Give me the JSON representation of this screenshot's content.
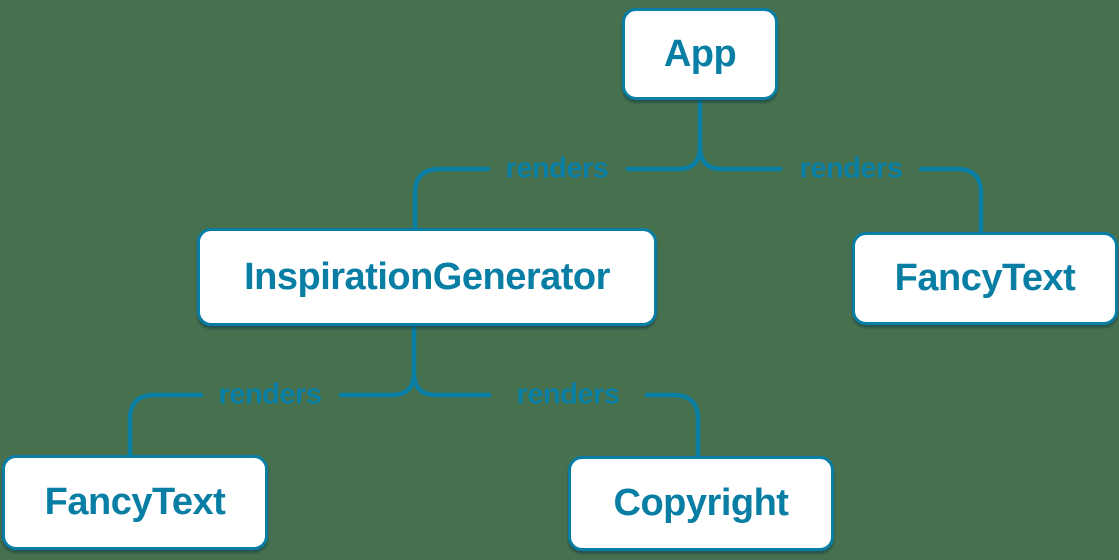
{
  "diagram": {
    "type": "tree",
    "colors": {
      "background": "#47714e",
      "accent": "#087ea4",
      "node_fill": "#ffffff"
    },
    "nodes": [
      {
        "id": "app",
        "label": "App"
      },
      {
        "id": "inspiration-generator",
        "label": "InspirationGenerator"
      },
      {
        "id": "fancy-text-top",
        "label": "FancyText"
      },
      {
        "id": "fancy-text-bottom",
        "label": "FancyText"
      },
      {
        "id": "copyright",
        "label": "Copyright"
      }
    ],
    "edges": [
      {
        "from": "App",
        "to": "InspirationGenerator",
        "label": "renders"
      },
      {
        "from": "App",
        "to": "FancyText",
        "label": "renders"
      },
      {
        "from": "InspirationGenerator",
        "to": "FancyText",
        "label": "renders"
      },
      {
        "from": "InspirationGenerator",
        "to": "Copyright",
        "label": "renders"
      }
    ]
  }
}
